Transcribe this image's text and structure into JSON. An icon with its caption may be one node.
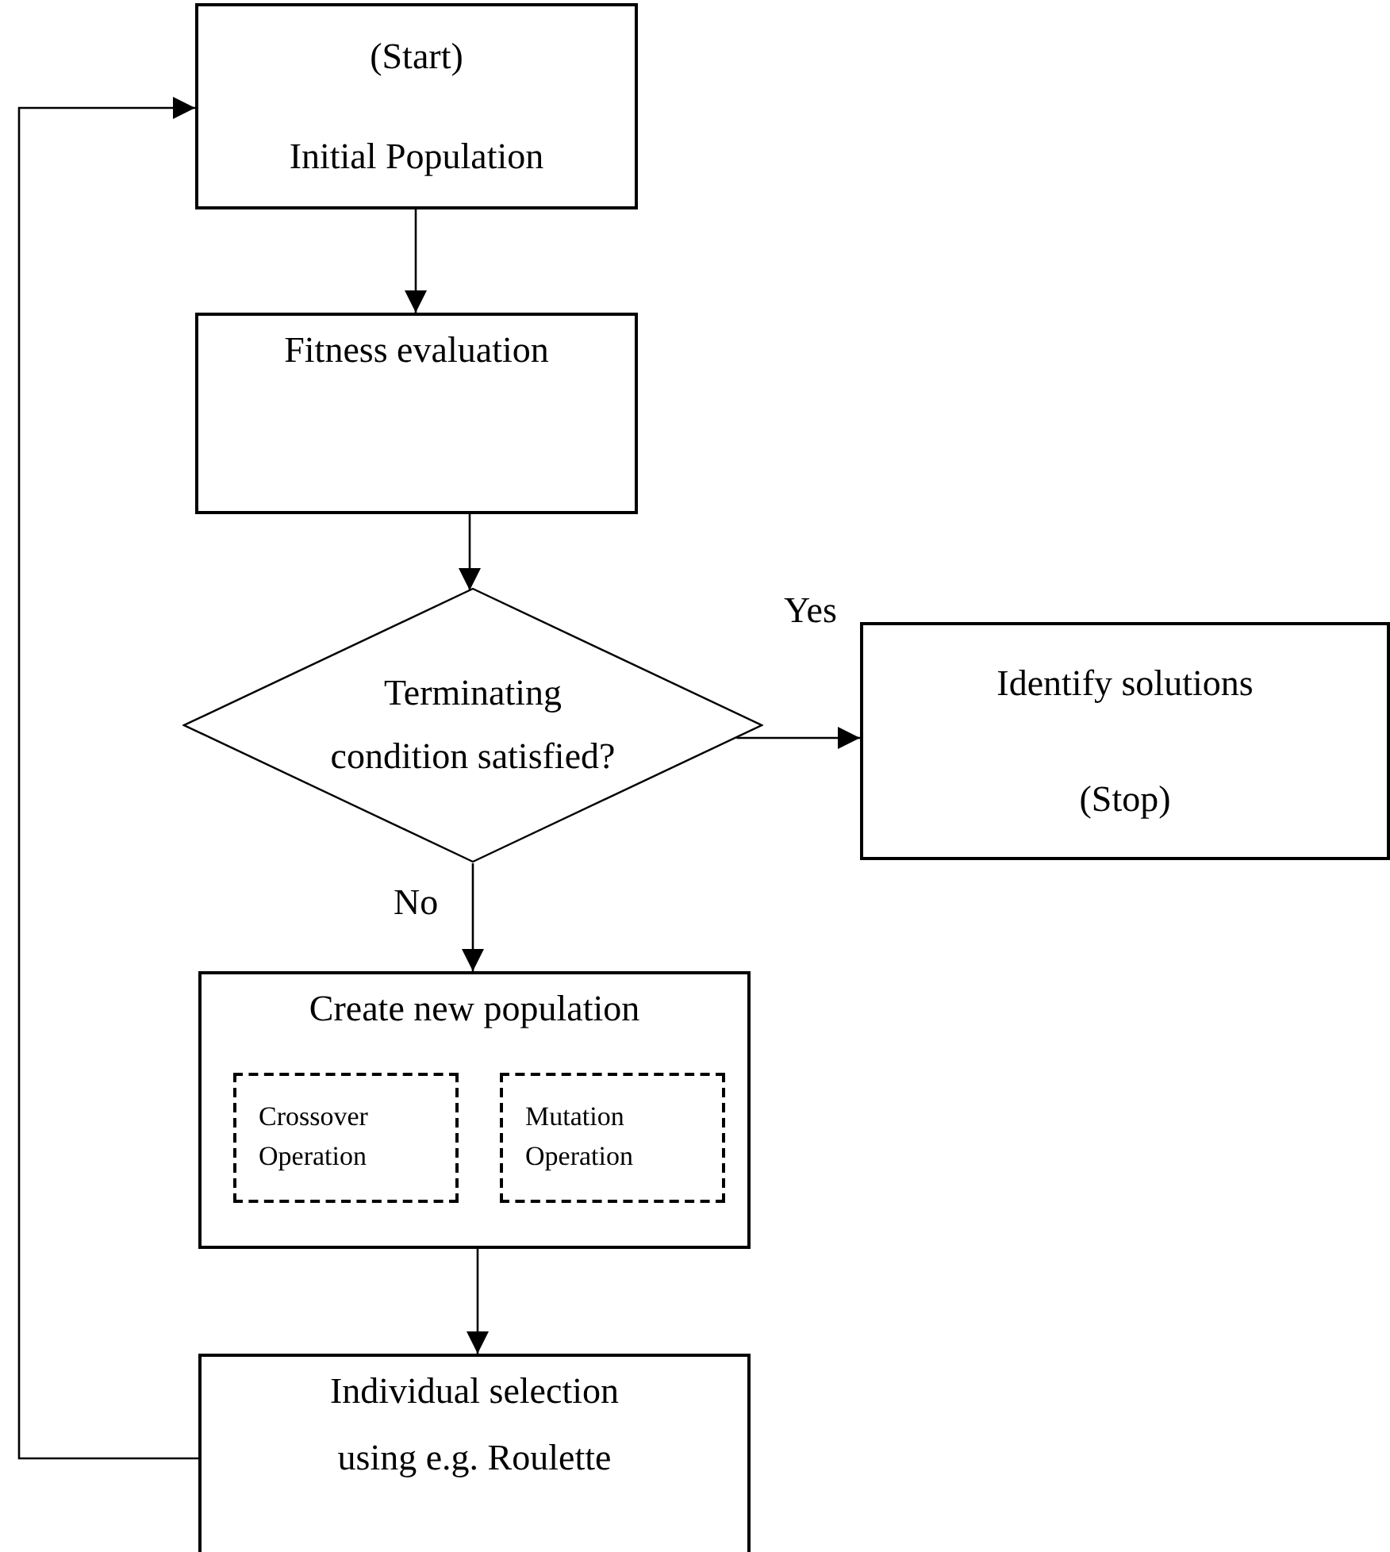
{
  "diagram": {
    "nodes": [
      {
        "text": [
          "(Start)",
          "Initial Population"
        ]
      },
      {
        "text": [
          "Fitness evaluation"
        ]
      },
      {
        "text": [
          "Terminating condition satisfied?"
        ]
      },
      {
        "text": [
          "Identify solutions",
          "(Stop)"
        ]
      },
      {
        "text": [
          "Create new population"
        ]
      },
      {
        "text": [
          "Crossover Operation"
        ],
        "in": 4
      },
      {
        "text": [
          "Mutation Operation"
        ],
        "in": 4
      },
      {
        "text": [
          "Individual selection",
          "using e.g. Roulette"
        ]
      }
    ],
    "edges": [
      {
        "from": 0,
        "to": 1,
        "arrow": "to"
      },
      {
        "from": 1,
        "to": 2,
        "arrow": "to"
      },
      {
        "from": 2,
        "to": 3,
        "arrow": "to",
        "label": "Yes"
      },
      {
        "from": 2,
        "to": 4,
        "arrow": "to",
        "label": "No"
      },
      {
        "from": 4,
        "to": 7,
        "arrow": "to"
      },
      {
        "from": 7,
        "to": 0,
        "arrow": "to"
      }
    ]
  }
}
